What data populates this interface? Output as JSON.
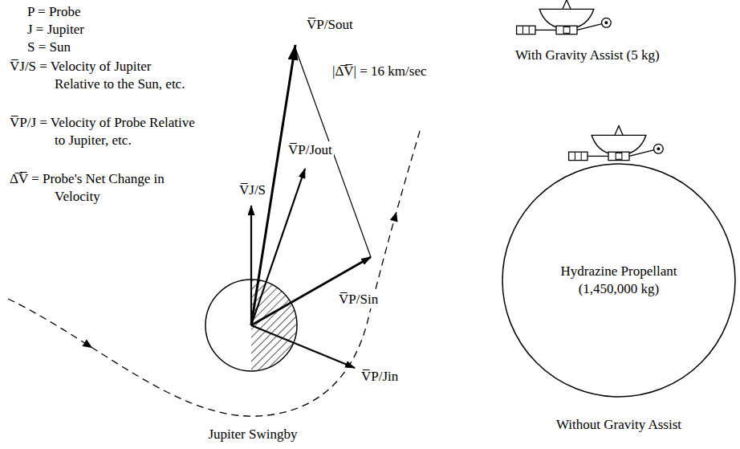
{
  "diagram": {
    "nodes": [
      {
        "text": [
          "Hydrazine Propellant (1,450,000 kg)",
          "Without Gravity Assist"
        ]
      }
    ],
    "labels": [
      "P = Probe",
      "J = Jupiter",
      "S = Sun",
      "V̅J/S = Velocity of Jupiter Relative to the Sun, etc.",
      "V̅P/J = Velocity of Probe Relative to Jupiter, etc.",
      "Δ̅V̅ = Probe's Net Change in Velocity",
      "V̅P/Sout",
      "|Δ̅V̅| = 16 km/sec",
      "V̅J/S",
      "V̅P/Jout",
      "V̅P/Sin",
      "V̅P/Jin",
      "Jupiter Swingby",
      "With Gravity Assist (5 kg)"
    ]
  }
}
